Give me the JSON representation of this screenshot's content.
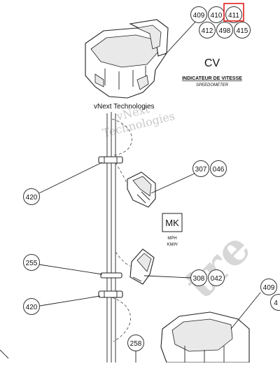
{
  "callouts": {
    "c409_top": "409",
    "c410": "410",
    "c411": "411",
    "c412": "412",
    "c498": "498",
    "c415": "415",
    "c307": "307",
    "c046": "046",
    "c420_upper": "420",
    "c255": "255",
    "c308": "308",
    "c042": "042",
    "c420_lower": "420",
    "c258": "258",
    "c409_right": "409",
    "c4_partial": "4"
  },
  "labels": {
    "cv_code": "CV",
    "cv_fr": "INDICATEUR DE VITESSE",
    "cv_en": "SPEEDOMETER",
    "mk_code": "MK",
    "mk_line1": "MPH",
    "mk_line2": "KM/H"
  },
  "watermarks": {
    "vnext_name": "vNext Technologies",
    "vnext_a": "vNext",
    "vnext_b": "Technologies",
    "partial": "tre"
  },
  "colors": {
    "highlight": "#e0201c",
    "line": "#222222"
  }
}
